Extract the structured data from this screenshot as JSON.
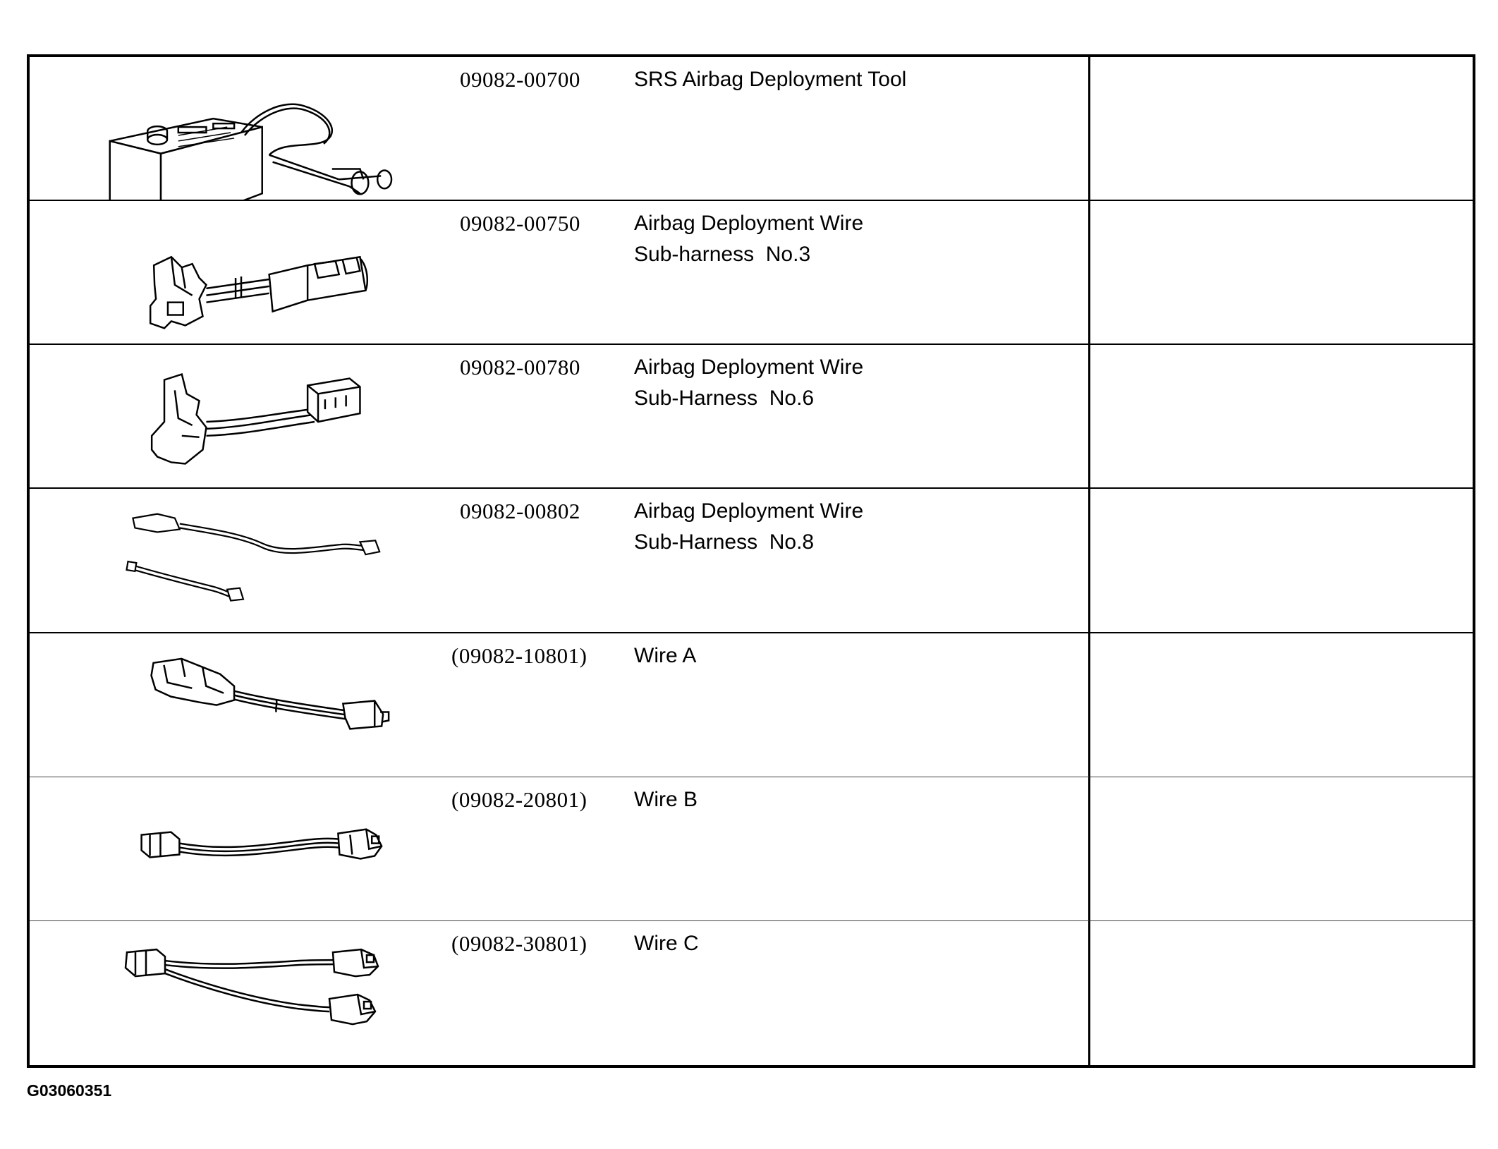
{
  "rows": [
    {
      "part_number": "09082-00700",
      "description_line1": "SRS Airbag Deployment Tool",
      "description_line2": "",
      "illustration": "deployment-tool-box"
    },
    {
      "part_number": "09082-00750",
      "description_line1": "Airbag Deployment Wire",
      "description_line2": "Sub-harness  No.3",
      "illustration": "sub-harness-no3"
    },
    {
      "part_number": "09082-00780",
      "description_line1": "Airbag Deployment Wire",
      "description_line2": "Sub-Harness  No.6",
      "illustration": "sub-harness-no6"
    },
    {
      "part_number": "09082-00802",
      "description_line1": "Airbag Deployment Wire",
      "description_line2": "Sub-Harness  No.8",
      "illustration": "sub-harness-no8"
    },
    {
      "part_number": "(09082-10801)",
      "description_line1": "Wire A",
      "description_line2": "",
      "illustration": "wire-a"
    },
    {
      "part_number": "(09082-20801)",
      "description_line1": "Wire B",
      "description_line2": "",
      "illustration": "wire-b"
    },
    {
      "part_number": "(09082-30801)",
      "description_line1": "Wire C",
      "description_line2": "",
      "illustration": "wire-c"
    }
  ],
  "figure_code": "G03060351"
}
